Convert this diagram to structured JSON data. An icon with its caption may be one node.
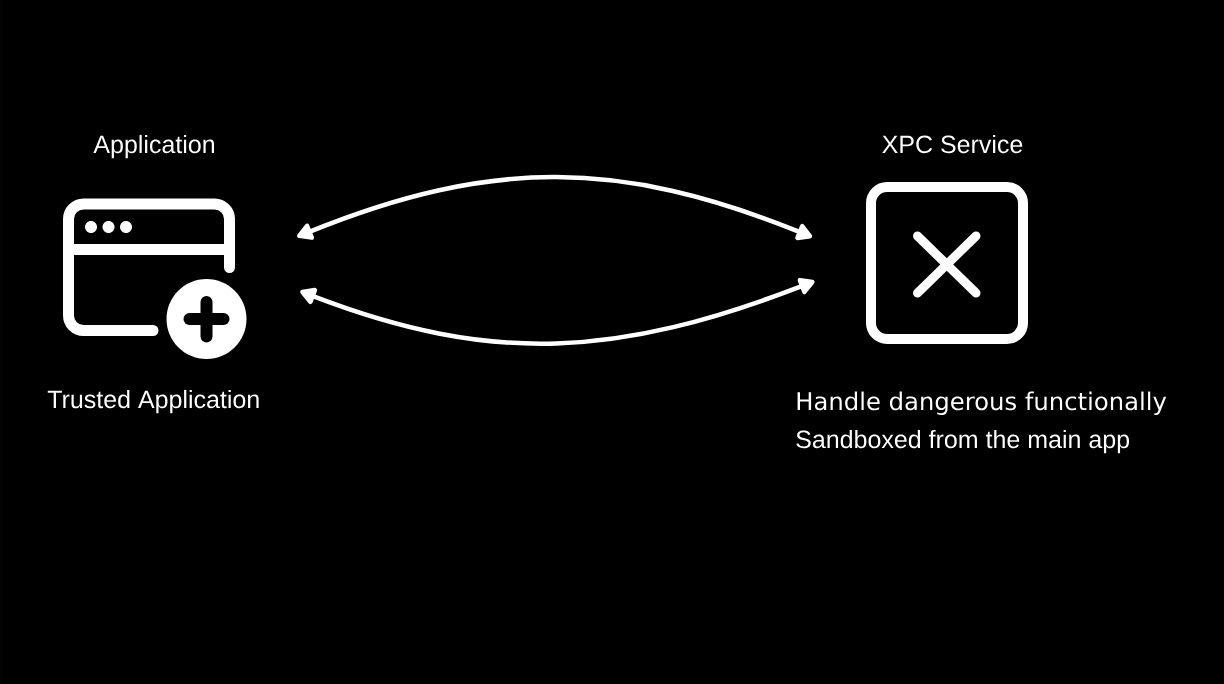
{
  "diagram": {
    "nodes": [
      {
        "text": [
          "Application"
        ],
        "beside": [
          "Trusted Application"
        ]
      },
      {
        "text": [
          "XPC Service"
        ],
        "beside": [
          "Handle dangerous functionally",
          "Sandboxed from the main app"
        ]
      }
    ],
    "edges": [
      {
        "from": 0,
        "to": 1,
        "arrow": "both"
      },
      {
        "from": 0,
        "to": 1,
        "arrow": "both"
      }
    ]
  }
}
